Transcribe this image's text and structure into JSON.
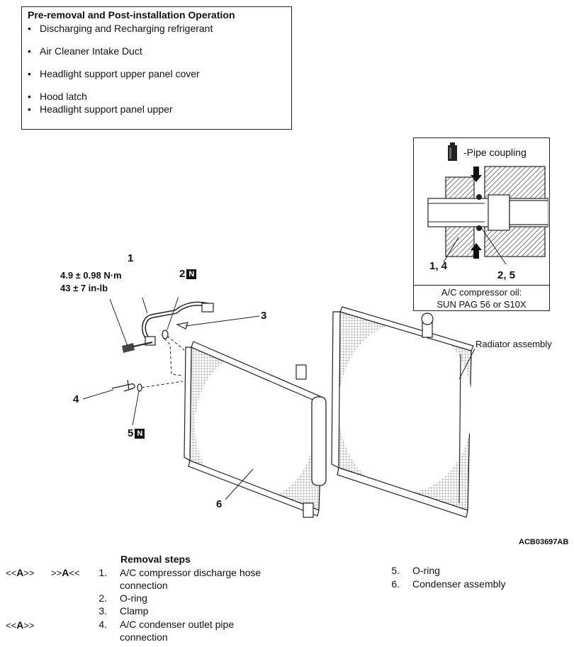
{
  "pre_box": {
    "title": "Pre-removal and Post-installation Operation",
    "items": [
      "Discharging and Recharging refrigerant",
      "Air Cleaner Intake Duct",
      "Headlight support upper panel cover",
      "Hood latch",
      "Headlight support panel upper"
    ]
  },
  "detail": {
    "coupling_label": "-Pipe coupling",
    "label_left": "1, 4",
    "label_right": "2, 5",
    "oil_line1": "A/C compressor oil:",
    "oil_line2": "SUN PAG 56 or S10X"
  },
  "diagram": {
    "torque_line1": "4.9 ± 0.98 N·m",
    "torque_line2": "43 ± 7 in-lb",
    "callouts": {
      "c1": "1",
      "c2": "2",
      "c3": "3",
      "c4": "4",
      "c5": "5",
      "c6": "6"
    },
    "new_part_badge": "N",
    "radiator_label": "Radiator assembly",
    "figure_code": "ACB03697AB"
  },
  "removal": {
    "title": "Removal steps",
    "steps": [
      {
        "num": "1.",
        "text": "A/C compressor discharge hose connection"
      },
      {
        "num": "2.",
        "text": "O-ring"
      },
      {
        "num": "3.",
        "text": "Clamp"
      },
      {
        "num": "4.",
        "text": "A/C condenser outlet pipe connection"
      },
      {
        "num": "5.",
        "text": "O-ring"
      },
      {
        "num": "6.",
        "text": "Condenser assembly"
      }
    ],
    "tags": {
      "row1_a_pre": "<<",
      "row1_a_letter": "A",
      "row1_a_post": ">>",
      "row1_b_pre": ">>",
      "row1_b_letter": "A",
      "row1_b_post": "<<",
      "row4_a_pre": "<<",
      "row4_a_letter": "A",
      "row4_a_post": ">>"
    }
  }
}
